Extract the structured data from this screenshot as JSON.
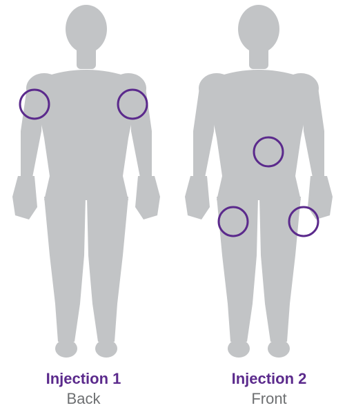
{
  "injections": [
    {
      "title": "Injection 1",
      "view": "Back"
    },
    {
      "title": "Injection 2",
      "view": "Front"
    }
  ],
  "colors": {
    "accent": "#5b2a8c",
    "silhouette": "#c2c4c6",
    "caption_text": "#6d6f71"
  },
  "icons": [
    "human-silhouette-back-icon",
    "human-silhouette-front-icon",
    "injection-site-ring-icon"
  ]
}
